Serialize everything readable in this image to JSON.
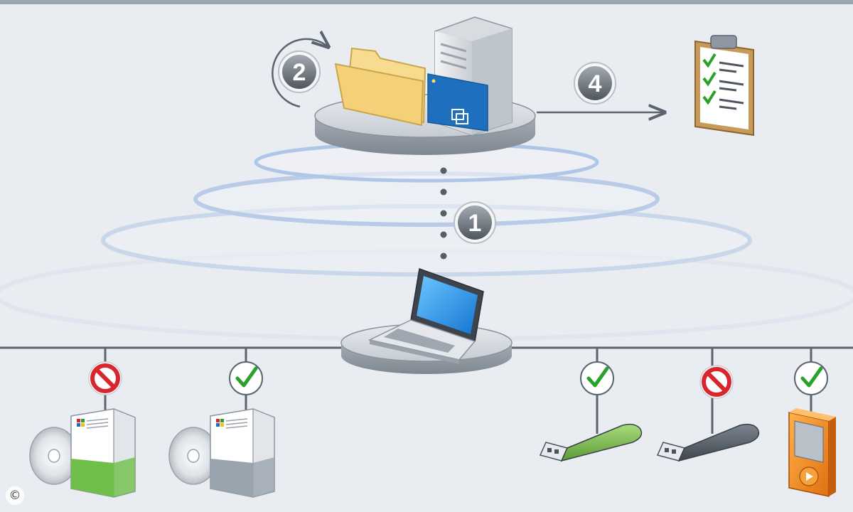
{
  "steps": [
    {
      "label": "1"
    },
    {
      "label": "2"
    },
    {
      "label": "4"
    }
  ],
  "devices": [
    {
      "icon": "software-package-cd-green-icon",
      "status": "blocked"
    },
    {
      "icon": "software-package-cd-gray-icon",
      "status": "allowed"
    },
    {
      "icon": "usb-stick-green-icon",
      "status": "allowed"
    },
    {
      "icon": "usb-stick-gray-icon",
      "status": "blocked"
    },
    {
      "icon": "media-player-orange-icon",
      "status": "allowed"
    }
  ],
  "copyright_mark": "©",
  "colors": {
    "background": "#e9ecf1",
    "top_bar": "#9aa7b3",
    "blocked": "#d8262e",
    "allowed": "#2aa22a",
    "server_blue": "#1f6fbf",
    "folder": "#f4d179",
    "usb_green": "#86c45b",
    "player_orange": "#f08a1e"
  }
}
